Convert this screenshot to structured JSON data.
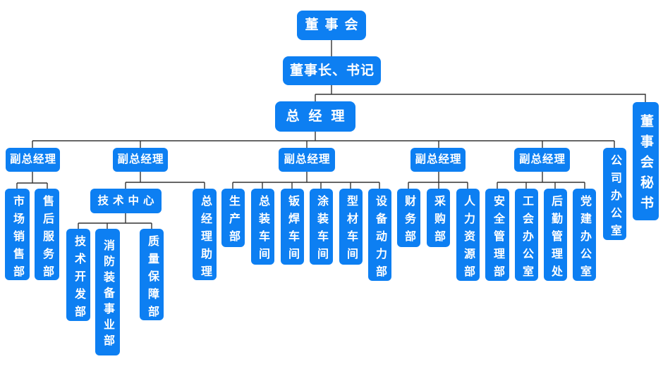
{
  "org_chart": {
    "type": "org-chart",
    "colors": {
      "node_fill": "#0d7ff2",
      "node_text": "#ffffff",
      "connector": "#333333",
      "background": "#ffffff"
    },
    "nodes": {
      "board": {
        "label": "董事会"
      },
      "chairman_secretary": {
        "label": "董事长、书记"
      },
      "board_secretary": {
        "label": "董事会秘书"
      },
      "general_manager": {
        "label": "总经理"
      },
      "deputy_gm_1": {
        "label": "副总经理"
      },
      "deputy_gm_2": {
        "label": "副总经理"
      },
      "deputy_gm_3": {
        "label": "副总经理"
      },
      "deputy_gm_4": {
        "label": "副总经理"
      },
      "deputy_gm_5": {
        "label": "副总经理"
      },
      "company_office": {
        "label": "公司办公室"
      },
      "marketing_sales_dept": {
        "label": "市场销售部"
      },
      "after_sales_service_dept": {
        "label": "售后服务部"
      },
      "technology_center": {
        "label": "技术中心"
      },
      "gm_assistant": {
        "label": "总经理助理"
      },
      "tech_development_dept": {
        "label": "技术开发部"
      },
      "fire_equipment_division": {
        "label": "消防装备事业部"
      },
      "quality_assurance_dept": {
        "label": "质量保障部"
      },
      "production_dept": {
        "label": "生产部"
      },
      "final_assembly_workshop": {
        "label": "总装车间"
      },
      "sheet_welding_workshop": {
        "label": "钣焊车间"
      },
      "painting_workshop": {
        "label": "涂装车间"
      },
      "profile_workshop": {
        "label": "型材车间"
      },
      "equipment_power_dept": {
        "label": "设备动力部"
      },
      "finance_dept": {
        "label": "财务部"
      },
      "procurement_dept": {
        "label": "采购部"
      },
      "hr_dept": {
        "label": "人力资源部"
      },
      "safety_management_dept": {
        "label": "安全管理部"
      },
      "union_office": {
        "label": "工会办公室"
      },
      "logistics_management_office": {
        "label": "后勤管理处"
      },
      "party_building_office": {
        "label": "党建办公室"
      }
    },
    "hierarchy": {
      "board": [
        "chairman_secretary"
      ],
      "chairman_secretary": [
        "general_manager",
        "board_secretary"
      ],
      "general_manager": [
        "deputy_gm_1",
        "deputy_gm_2",
        "deputy_gm_3",
        "deputy_gm_4",
        "deputy_gm_5",
        "company_office"
      ],
      "deputy_gm_1": [
        "marketing_sales_dept",
        "after_sales_service_dept"
      ],
      "deputy_gm_2": [
        "technology_center",
        "gm_assistant"
      ],
      "technology_center": [
        "tech_development_dept",
        "fire_equipment_division",
        "quality_assurance_dept"
      ],
      "deputy_gm_3": [
        "production_dept",
        "final_assembly_workshop",
        "sheet_welding_workshop",
        "painting_workshop",
        "profile_workshop",
        "equipment_power_dept"
      ],
      "deputy_gm_4": [
        "finance_dept",
        "procurement_dept",
        "hr_dept"
      ],
      "deputy_gm_5": [
        "safety_management_dept",
        "union_office",
        "logistics_management_office",
        "party_building_office"
      ]
    }
  }
}
